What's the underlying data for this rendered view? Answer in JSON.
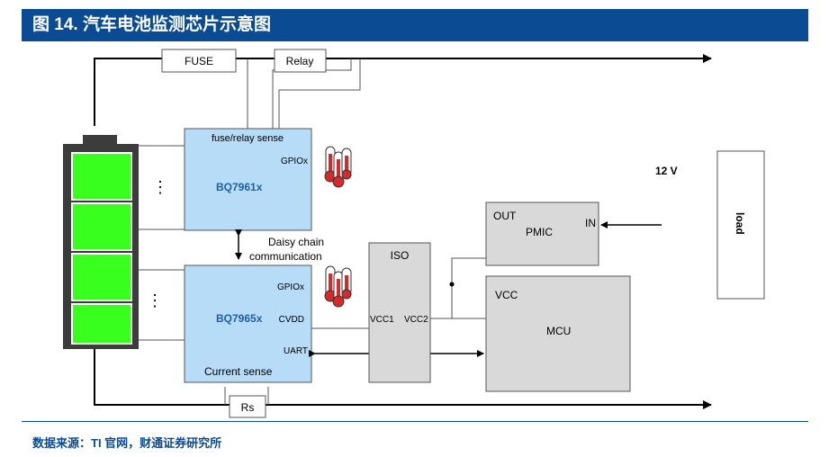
{
  "figure": {
    "title": "图 14. 汽车电池监测芯片示意图",
    "source": "数据来源：TI 官网，财通证券研究所"
  },
  "labels": {
    "fuse": "FUSE",
    "relay": "Relay",
    "fuse_relay_sense": "fuse/relay sense",
    "gpio_top": "GPIOx",
    "bq7961": "BQ7961x",
    "daisy1": "Daisy chain",
    "daisy2": "communication",
    "gpio_bottom": "GPIOx",
    "bq7965": "BQ7965x",
    "cvdd": "CVDD",
    "uart": "UART",
    "current_sense": "Current sense",
    "iso": "ISO",
    "vcc1": "VCC1",
    "vcc2": "VCC2",
    "out": "OUT",
    "pmic": "PMIC",
    "in": "IN",
    "vcc": "VCC",
    "mcu": "MCU",
    "voltage": "12 V",
    "load": "load",
    "rs": "Rs",
    "dots1": "⋮",
    "dots2": "⋮"
  },
  "colors": {
    "title_bg": "#0a4b94",
    "chip_fill": "#b7dcf7",
    "box_gray": "#d9d9d9",
    "cell_green": "#39ff1f",
    "battery_body": "#3c3c3c",
    "thermo_red": "#d62a2a"
  },
  "icons": [
    "thermometer-icon",
    "thermometer-icon",
    "arrow-right-icon",
    "arrow-left-icon",
    "arrow-down-icon"
  ]
}
